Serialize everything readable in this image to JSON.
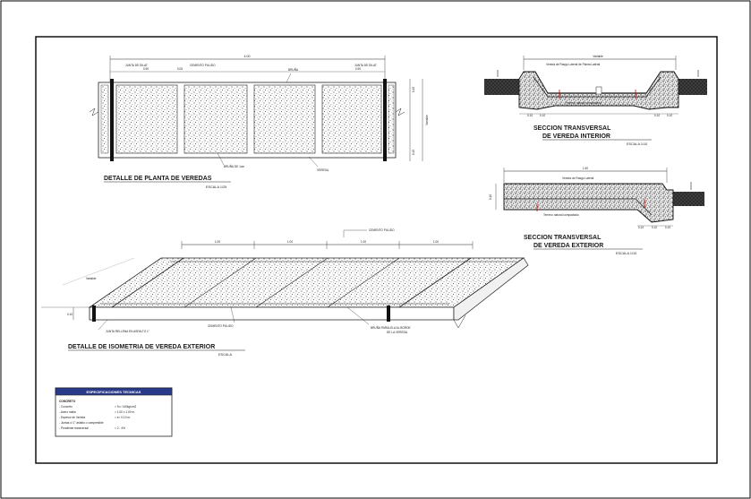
{
  "plan": {
    "title": "DETALLE DE PLANTA DE VEREDAS",
    "scale": "ESCALA 1/25",
    "dim_total": "4.00",
    "dim_left": "0.90",
    "dim_right": "0.90",
    "dim_gap": "0.05",
    "dim_side_top": "0.45",
    "dim_side_bottom": "0.45",
    "side_label": "Variable",
    "lbl_a": "JUNTA DE DILAT.",
    "lbl_b": "CEMENTO PULIDO",
    "lbl_c": "BRUÑA",
    "lbl_d": "JUNTA DE DILAT.",
    "lbl_e": "BRUÑA DE 1cm",
    "lbl_f": "VEREDA"
  },
  "section_int": {
    "title_line1": "SECCION TRANSVERSAL",
    "title_line2": "DE VEREDA INTERIOR",
    "scale": "ESCALA 1/10",
    "top_dim": "Variable",
    "note": "Vereda de Rasgo Lateral de Planta Lateral",
    "under_note": "Terreno natural compactado",
    "dims": [
      "0.10",
      "0.10",
      "0.10",
      "0.10"
    ]
  },
  "section_ext": {
    "title_line1": "SECCION TRANSVERSAL",
    "title_line2": "DE VEREDA EXTERIOR",
    "scale": "ESCALA 1/10",
    "top_dim": "1.50",
    "note": "Vereda de Rasgo Lateral",
    "under_note": "Terreno natural compactado",
    "left_dim": "0.10",
    "dims": [
      "0.10",
      "0.10",
      "0.10"
    ]
  },
  "iso": {
    "title": "DETALLE DE ISOMETRIA DE VEREDA EXTERIOR",
    "scale": "ESCALA",
    "dims": [
      "1.00",
      "1.00",
      "1.00",
      "1.00"
    ],
    "side_label": "Variable",
    "lbl_cemento_top": "CEMENTO PULIDO",
    "lbl_junta": "JUNTA RELLENA EN ASFALTO 1\"",
    "lbl_cemento_bottom": "CEMENTO PULIDO",
    "lbl_bruna_line1": "BRUÑA PARALELA AL BORDE",
    "lbl_bruna_line2": "DE LA VEREDA",
    "left_dim": "0.10"
  },
  "specs": {
    "header": "ESPECIFICACIONES TECNICAS",
    "section": "CONCRETO",
    "rows": [
      {
        "label": "- Concreto",
        "value": "= f'c= 140kg/cm2"
      },
      {
        "label": "- Acero malla",
        "value": "= 1.00 x 1.00 m."
      },
      {
        "label": "- Espesor de Vereda",
        "value": "= e= 0.10 m."
      },
      {
        "label": "- Juntas c/ 1\" asfalto o compresible",
        "value": ""
      },
      {
        "label": "- Pendiente transversal",
        "value": "= 2 - 4%"
      }
    ]
  },
  "colors": {
    "ink": "#1a1a1a",
    "hatch": "#777777",
    "accent_red": "#cc0000",
    "accent_blue": "#2a3a8a",
    "frame": "#000000"
  }
}
